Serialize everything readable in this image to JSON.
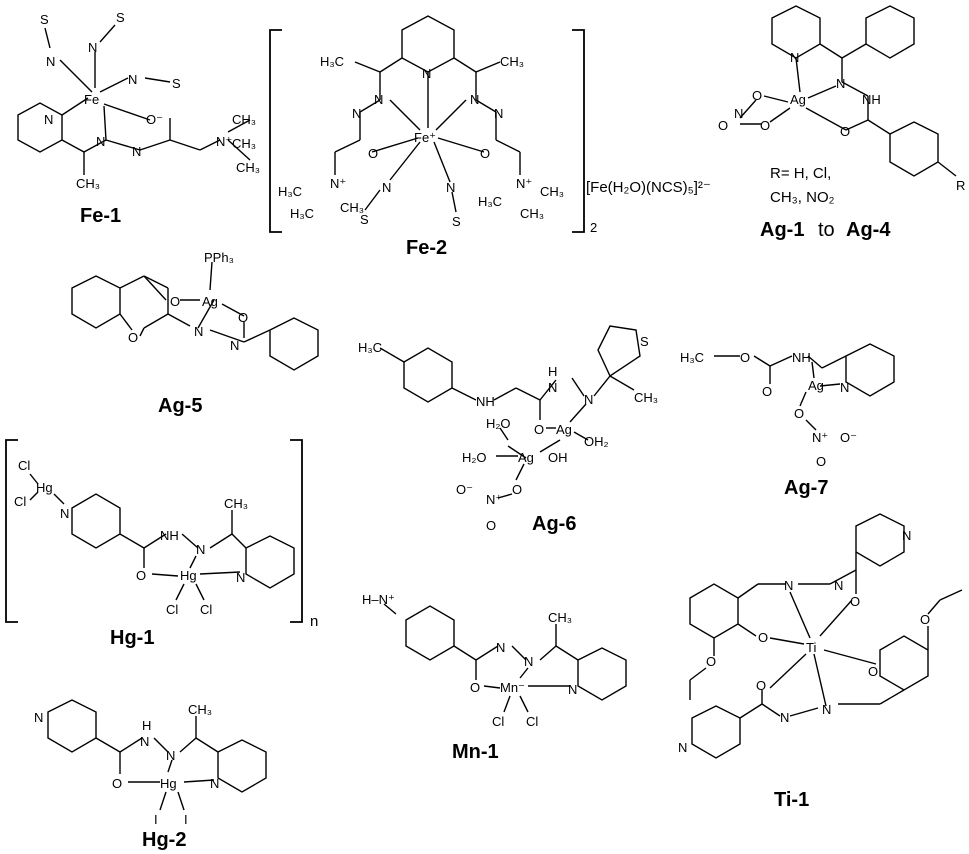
{
  "compounds": [
    {
      "id": "fe1",
      "label": "Fe-1"
    },
    {
      "id": "fe2",
      "label": "Fe-2"
    },
    {
      "id": "ag14",
      "label_a": "Ag-1",
      "label_to": "to",
      "label_b": "Ag-4"
    },
    {
      "id": "ag5",
      "label": "Ag-5"
    },
    {
      "id": "ag6",
      "label": "Ag-6"
    },
    {
      "id": "ag7",
      "label": "Ag-7"
    },
    {
      "id": "hg1",
      "label": "Hg-1"
    },
    {
      "id": "mn1",
      "label": "Mn-1"
    },
    {
      "id": "ti1",
      "label": "Ti-1"
    },
    {
      "id": "hg2",
      "label": "Hg-2"
    }
  ],
  "annotations": {
    "fe2_counterion": "[Fe(H₂O)(NCS)₅]²⁻",
    "fe2_subscript": "2",
    "hg1_subscript": "n",
    "r_line1": "R=   H,   Cl,",
    "r_line2": "CH₃, NO₂"
  },
  "atoms": {
    "fe": "Fe",
    "ag": "Ag",
    "hg": "Hg",
    "mn": "Mn",
    "ti": "Ti",
    "n": "N",
    "o": "O",
    "s": "S",
    "c": "C",
    "cl": "Cl",
    "i": "I",
    "r": "R",
    "nh": "NH",
    "h": "H",
    "h2n": "H",
    "oh": "OH",
    "h2o": "H₂O",
    "oh2": "OH₂",
    "ch3": "CH₃",
    "h3c": "H₃C",
    "pph3": "PPh₃",
    "o_minus": "O⁻",
    "n_plus": "N⁺",
    "n_plus_h": "H–N⁺",
    "mn_minus": "Mn⁻",
    "fe_plus": "Fe⁺",
    "nme3": "N⁺"
  }
}
